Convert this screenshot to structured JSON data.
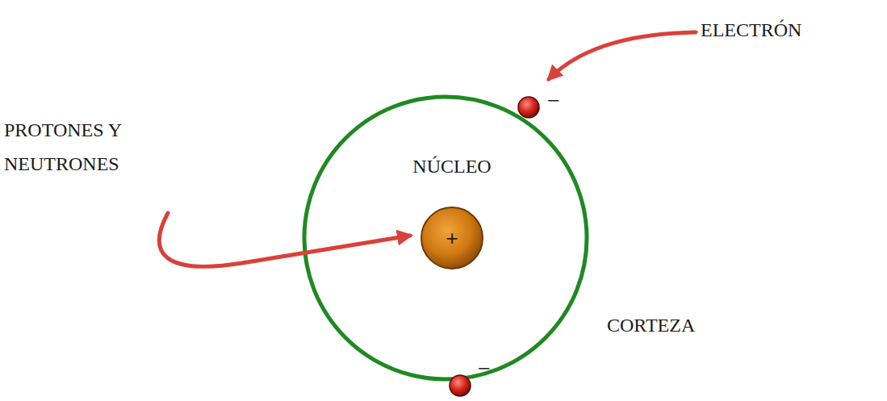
{
  "diagram": {
    "nodes": [
      {
        "text": [
          "NÚCLEO",
          "+"
        ]
      }
    ],
    "labels": [
      "ELECTRÓN",
      "PROTONES Y NEUTRONES",
      "CORTEZA",
      "−",
      "−"
    ]
  }
}
